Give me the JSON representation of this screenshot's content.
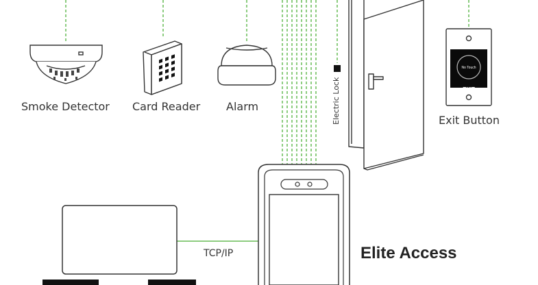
{
  "labels": {
    "smoke_detector": "Smoke Detector",
    "card_reader": "Card Reader",
    "alarm": "Alarm",
    "electric_lock": "Electric Lock",
    "exit_button": "Exit Button",
    "tcp_ip": "TCP/IP",
    "product_name": "Elite Access"
  },
  "exit_button_face": {
    "top_text": "No Touch",
    "bottom_text": "EXIT"
  },
  "colors": {
    "connection_line": "#66bb55",
    "outline": "#333333",
    "panel_dark": "#111111"
  }
}
